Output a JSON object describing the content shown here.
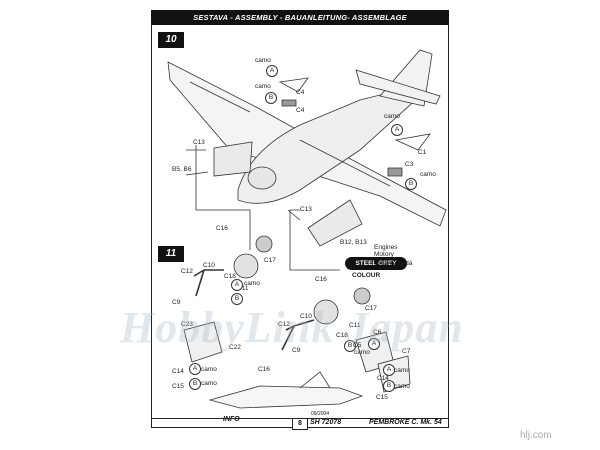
{
  "header": {
    "title": "SESTAVA - ASSEMBLY - BAUANLEITUNG- ASSEMBLAGE"
  },
  "steps": {
    "step10": "10",
    "step11": "11"
  },
  "labels": {
    "camo": "camo",
    "c4": "C4",
    "c1": "C1",
    "c3": "C3",
    "c13a": "C13",
    "c13b": "C13",
    "b5b6": "B5, B6",
    "b12b13": "B12, B13",
    "c16a": "C16",
    "c16b": "C16",
    "c17a": "C17",
    "c17b": "C17",
    "c12a": "C12",
    "c12b": "C12",
    "c10a": "C10",
    "c10b": "C10",
    "c18a": "C18",
    "c18b": "C18",
    "c11a": "C11",
    "c11b": "C11",
    "c9a": "C9",
    "c9b": "C9",
    "c23": "C23",
    "c22": "C22",
    "c14a": "C14",
    "c15a": "C15",
    "c6": "C6",
    "c5": "C5",
    "c7": "C7",
    "c14b": "C14",
    "c15b": "C15",
    "c16c": "C16"
  },
  "circled": {
    "a": "A",
    "b": "B"
  },
  "colour_note": {
    "badge": "STEEL GREY",
    "engines": "Engines",
    "motory": "Motory",
    "czech": "ocelově šedá",
    "colour": "COLOUR"
  },
  "info": "INFO",
  "footer": {
    "page": "8",
    "code": "SH 72078",
    "title": "PEMBROKE C. Mk. 54",
    "date": "09/2004"
  },
  "watermark": {
    "main": "HobbyLink Japan",
    "url": "hlj.com"
  }
}
